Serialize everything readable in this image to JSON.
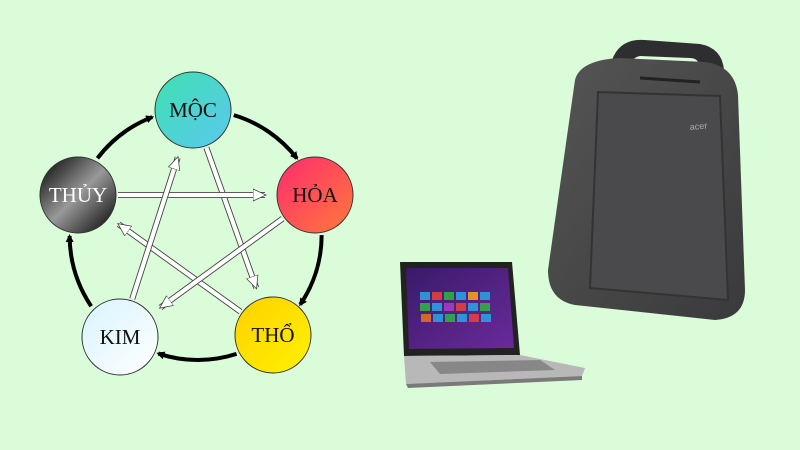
{
  "diagram": {
    "elements": [
      {
        "id": "moc",
        "label": "MỘC",
        "text_color": "#111111",
        "colors": [
          "#3fe0b0",
          "#5ac8f0"
        ]
      },
      {
        "id": "hoa",
        "label": "HỎA",
        "text_color": "#111111",
        "colors": [
          "#ff2a70",
          "#ff7a3a"
        ]
      },
      {
        "id": "tho",
        "label": "THỔ",
        "text_color": "#111111",
        "colors": [
          "#ffd000",
          "#fff200"
        ]
      },
      {
        "id": "kim",
        "label": "KIM",
        "text_color": "#111111",
        "colors": [
          "#d8f4ff",
          "#ffffff"
        ]
      },
      {
        "id": "thuy",
        "label": "THỦY",
        "text_color": "#ffffff",
        "colors": [
          "#000000",
          "#888888"
        ]
      }
    ],
    "generating_cycle": [
      "moc",
      "hoa",
      "tho",
      "kim",
      "thuy"
    ],
    "overcoming_cycle": [
      "moc",
      "tho",
      "thuy",
      "hoa",
      "kim"
    ]
  },
  "background_color": "#dafcd8"
}
